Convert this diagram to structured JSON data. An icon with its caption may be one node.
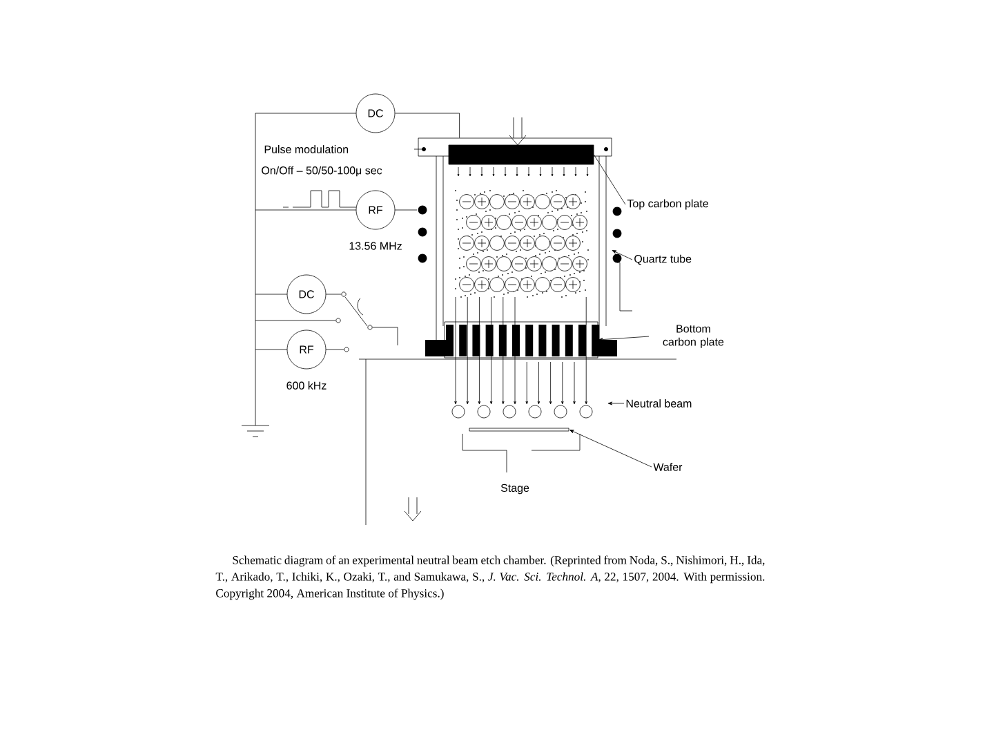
{
  "diagram": {
    "caption": "Schematic diagram of an experimental neutral beam etch chamber. (Reprinted from Noda, S., Nishimori, H., Ida, T., Arikado, T., Ichiki, K., Ozaki, T., and Samukawa, S., *J. Vac. Sci. Technol. A*, 22, 1507, 2004. With permission. Copyright 2004, American Institute of Physics.)",
    "nodes": [
      {
        "text": [
          "DC"
        ]
      },
      {
        "text": [
          "RF"
        ],
        "beside": [
          "13.56 MHz"
        ]
      },
      {
        "text": [
          "DC"
        ]
      },
      {
        "text": [
          "RF"
        ],
        "beside": [
          "600 kHz"
        ]
      },
      {
        "text": [],
        "shape": "bar"
      },
      {
        "text": [
          "Top carbon plate"
        ]
      },
      {
        "text": [
          "Quartz tube"
        ]
      },
      {
        "text": [],
        "shape": "bar"
      },
      {
        "text": [
          "Bottom carbon plate"
        ]
      },
      {
        "text": [
          "Neutral beam"
        ]
      },
      {
        "text": [],
        "shape": "bar"
      },
      {
        "text": [
          "Wafer"
        ]
      }
    ],
    "edges": [
      {
        "from": 5,
        "to": 4,
        "arrow": "none"
      },
      {
        "from": 0,
        "to": 4,
        "arrow": "none"
      },
      {
        "from": 6,
        "to": null,
        "arrow": "to"
      },
      {
        "from": 8,
        "to": 7,
        "arrow": "to"
      },
      {
        "from": 9,
        "to": null,
        "arrow": "to"
      },
      {
        "from": 11,
        "to": 10,
        "arrow": "to"
      }
    ],
    "labels": [
      "Pulse modulation",
      "On/Off – 50/50-100μ sec",
      "Stage"
    ]
  }
}
